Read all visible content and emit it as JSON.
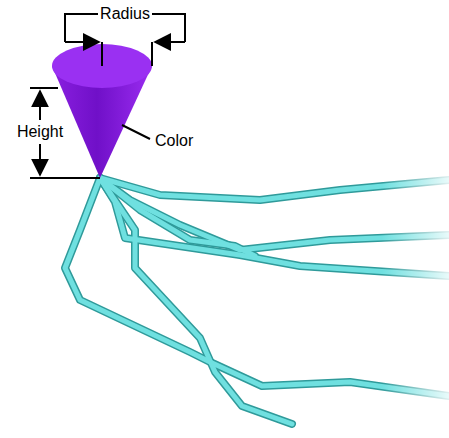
{
  "diagram": {
    "labels": [
      "Radius",
      "Height",
      "Color"
    ]
  }
}
